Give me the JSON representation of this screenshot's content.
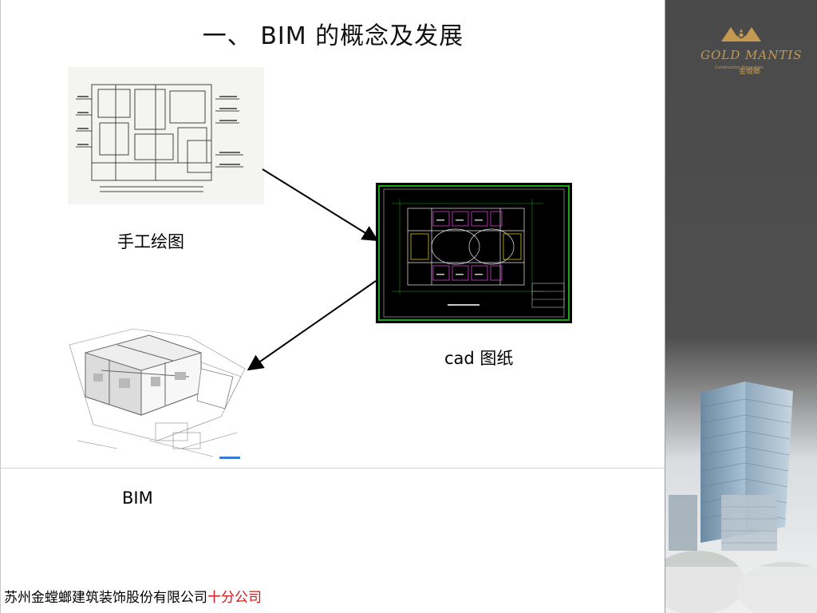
{
  "slide": {
    "title": "一、 BIM 的概念及发展",
    "captions": {
      "hand_drawing": "手工绘图",
      "cad": "cad 图纸",
      "bim": "BIM"
    },
    "footer": {
      "company": "苏州金螳螂建筑装饰股份有限公司",
      "accent_text": "十分公司"
    }
  },
  "sidebar": {
    "logo_text": "GOLD MANTIS",
    "logo_sub_en": "Construction Decoration",
    "logo_sub_cn": "金螳螂"
  },
  "colors": {
    "sidebar_dark": "#4a4a4a",
    "logo_gold": "#c49a52",
    "footer_accent": "#d01818",
    "cad_background": "#000000"
  }
}
